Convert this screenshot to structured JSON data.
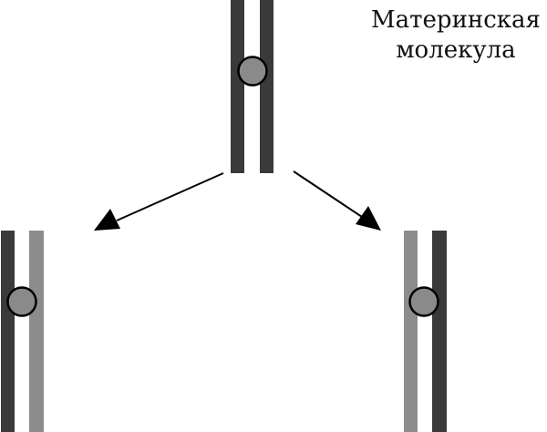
{
  "label": {
    "line1": "Материнская",
    "line2": "молекула"
  },
  "colors": {
    "dark_strand": "#3a3a3a",
    "light_strand": "#8c8c8c",
    "origin_fill": "#8a8a8a",
    "outline": "#000000"
  },
  "icons": [
    "parent-molecule",
    "daughter-molecule-left",
    "daughter-molecule-right",
    "arrow-left",
    "arrow-right"
  ]
}
